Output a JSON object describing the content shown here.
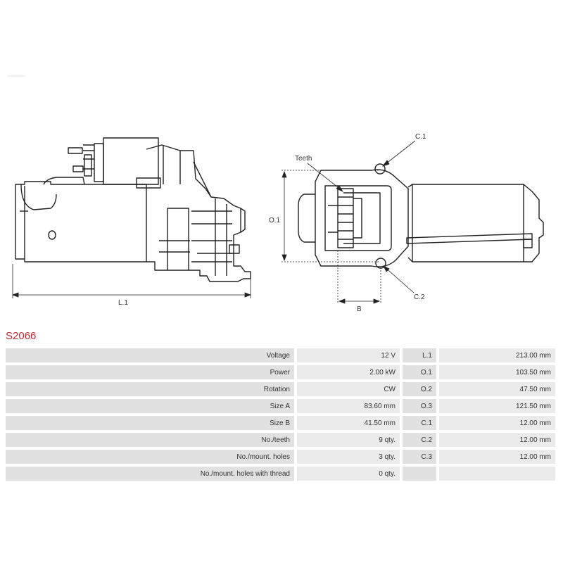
{
  "diagram": {
    "labels": {
      "l1": "L.1",
      "o1": "O.1",
      "teeth": "Teeth",
      "c1": "C.1",
      "c2": "C.2",
      "b": "B"
    }
  },
  "part_code": "S2066",
  "specs": [
    {
      "name": "Voltage",
      "value": "12 V",
      "key": "L.1",
      "dim": "213.00 mm"
    },
    {
      "name": "Power",
      "value": "2.00 kW",
      "key": "O.1",
      "dim": "103.50 mm"
    },
    {
      "name": "Rotation",
      "value": "CW",
      "key": "O.2",
      "dim": "47.50 mm"
    },
    {
      "name": "Size A",
      "value": "83.60 mm",
      "key": "O.3",
      "dim": "121.50 mm"
    },
    {
      "name": "Size B",
      "value": "41.50 mm",
      "key": "C.1",
      "dim": "12.00 mm"
    },
    {
      "name": "No./teeth",
      "value": "9 qty.",
      "key": "C.2",
      "dim": "12.00 mm"
    },
    {
      "name": "No./mount. holes",
      "value": "3 qty.",
      "key": "C.3",
      "dim": "12.00 mm"
    },
    {
      "name": "No./mount. holes with thread",
      "value": "0 qty.",
      "key": "",
      "dim": ""
    }
  ]
}
